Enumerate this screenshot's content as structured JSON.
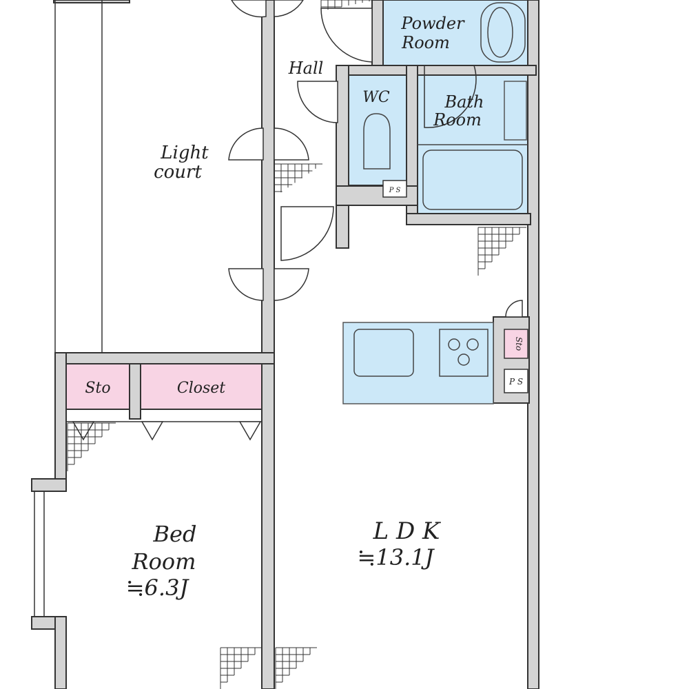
{
  "plan": {
    "rooms": [
      {
        "id": "powder",
        "name": "Powder Room",
        "lines": [
          "Powder",
          "Room"
        ],
        "fill": "#cce8f8"
      },
      {
        "id": "hall",
        "name": "Hall",
        "lines": [
          "Hall"
        ]
      },
      {
        "id": "wc",
        "name": "WC",
        "lines": [
          "WC"
        ],
        "fill": "#cce8f8"
      },
      {
        "id": "bath",
        "name": "Bath Room",
        "lines": [
          "Bath",
          "Room"
        ],
        "fill": "#cce8f8"
      },
      {
        "id": "lightcourt",
        "name": "Light court",
        "lines": [
          "Light",
          "court"
        ]
      },
      {
        "id": "sto1",
        "name": "Sto",
        "lines": [
          "Sto"
        ],
        "fill": "#f8d4e4"
      },
      {
        "id": "closet",
        "name": "Closet",
        "lines": [
          "Closet"
        ],
        "fill": "#f8d4e4"
      },
      {
        "id": "bed",
        "name": "Bed Room",
        "lines": [
          "Bed",
          "Room",
          "≒6.3J"
        ],
        "area": "≒6.3J"
      },
      {
        "id": "ldk",
        "name": "LDK",
        "lines": [
          "L D K",
          "≒13.1J"
        ],
        "area": "≒13.1J"
      },
      {
        "id": "sto2",
        "name": "Sto",
        "lines": [
          "Sto"
        ],
        "fill": "#f8d4e4"
      },
      {
        "id": "ps1",
        "name": "PS",
        "lines": [
          "P S"
        ]
      },
      {
        "id": "ps2",
        "name": "PS",
        "lines": [
          "P S"
        ]
      }
    ],
    "colors": {
      "wall": "#d4d4d4",
      "line": "#333333",
      "wet": "#cce8f8",
      "storage": "#f8d4e4"
    }
  }
}
